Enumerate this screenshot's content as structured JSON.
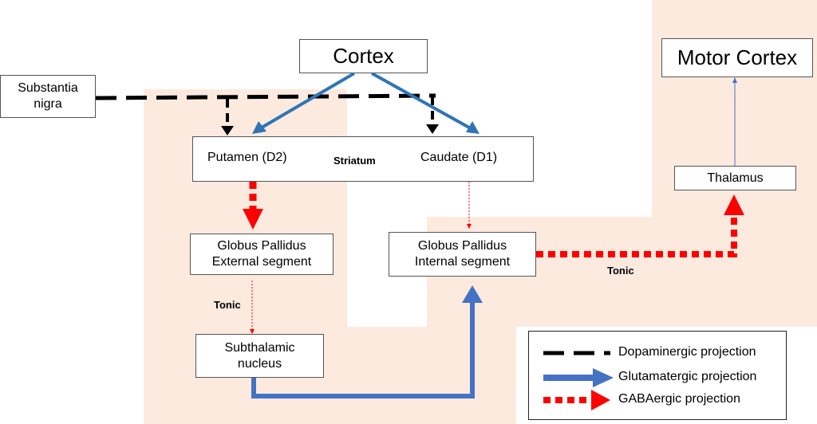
{
  "nodes": {
    "cortex": "Cortex",
    "motor_cortex": "Motor Cortex",
    "substantia_nigra": [
      "Substantia",
      "nigra"
    ],
    "putamen": "Putamen (D2)",
    "striatum": "Striatum",
    "caudate": "Caudate (D1)",
    "thalamus": "Thalamus",
    "gpe": [
      "Globus Pallidus",
      "External segment"
    ],
    "gpi": [
      "Globus Pallidus",
      "Internal segment"
    ],
    "stn": [
      "Subthalamic",
      "nucleus"
    ]
  },
  "labels": {
    "tonic_left": "Tonic",
    "tonic_right": "Tonic"
  },
  "legend": {
    "dopaminergic": "Dopaminergic projection",
    "glutamatergic": "Glutamatergic projection",
    "gabaergic": "GABAergic projection"
  },
  "colors": {
    "dopaminergic": "#000000",
    "glutamatergic": "#4472c4",
    "cortical_glutamatergic": "#2e75b6",
    "gabaergic": "#ff0000",
    "shade": "#fdeadf"
  }
}
